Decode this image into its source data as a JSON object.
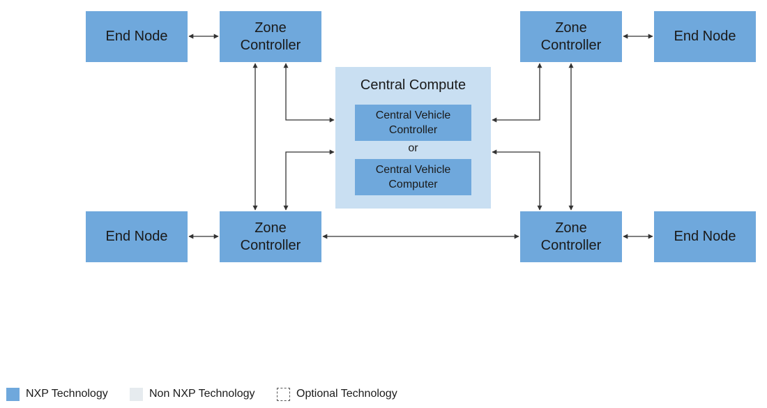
{
  "diagram": {
    "nodes": {
      "end_node_tl": "End Node",
      "zone_tl": "Zone\nController",
      "zone_tr": "Zone\nController",
      "end_node_tr": "End Node",
      "end_node_bl": "End Node",
      "zone_bl": "Zone\nController",
      "zone_br": "Zone\nController",
      "end_node_br": "End Node"
    },
    "central": {
      "title": "Central Compute",
      "controller": "Central Vehicle\nController",
      "or": "or",
      "computer": "Central Vehicle\nComputer"
    }
  },
  "legend": {
    "nxp": "NXP Technology",
    "non_nxp": "Non NXP Technology",
    "optional": "Optional Technology"
  },
  "colors": {
    "block": "#6fa8dc",
    "central_bg": "#c9dff2",
    "non_nxp": "#e6ebef",
    "line": "#333333"
  }
}
